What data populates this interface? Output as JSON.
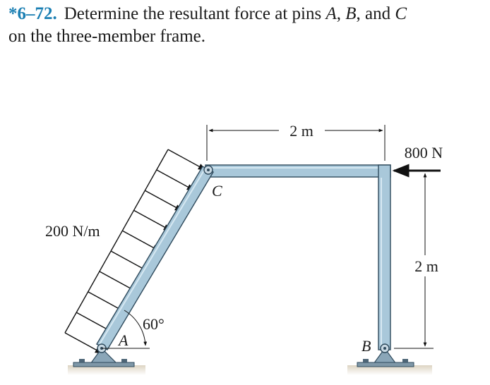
{
  "problem": {
    "number": "*6–72.",
    "text_part1": "Determine the resultant force at pins ",
    "pin_a": "A",
    "comma1": ", ",
    "pin_b": "B",
    "text_part2": ", and ",
    "pin_c": "C",
    "text_part3": "on the three-member frame."
  },
  "figure": {
    "label_distributed_load": "200 N/m",
    "label_top_dimension": "2 m",
    "label_force": "800 N",
    "label_right_dimension": "2 m",
    "label_angle": "60°",
    "label_pin_a": "A",
    "label_pin_b": "B",
    "label_pin_c": "C",
    "colors": {
      "member_fill": "#a9c8da",
      "member_stroke": "#2f4a5c",
      "member_highlight": "#d6e8f2",
      "support_fill": "#8aa6b8",
      "ground": "#cfc6b4",
      "number_accent": "#1b7fb3"
    }
  }
}
